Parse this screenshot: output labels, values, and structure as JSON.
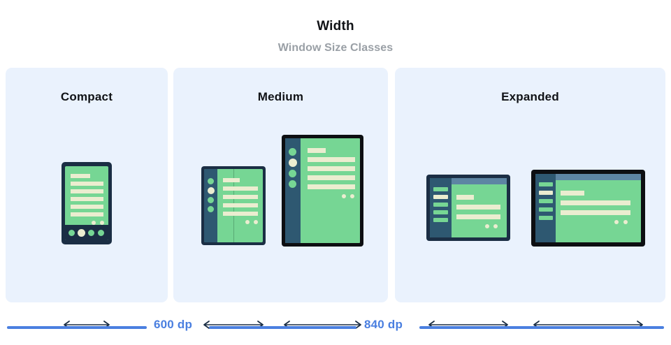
{
  "header": {
    "title": "Width",
    "subtitle": "Window Size Classes"
  },
  "cards": [
    {
      "id": "compact",
      "title": "Compact"
    },
    {
      "id": "medium",
      "title": "Medium"
    },
    {
      "id": "expanded",
      "title": "Expanded"
    }
  ],
  "devices": {
    "compact_phone": "phone-portrait",
    "medium_foldable": "foldable-portrait",
    "medium_tablet": "tablet-portrait",
    "expanded_foldable": "foldable-landscape",
    "expanded_tablet": "tablet-landscape"
  },
  "arrows": {
    "compact": "width-arrow-compact",
    "medium_foldable": "width-arrow-medium-foldable",
    "medium_tablet": "width-arrow-medium-tablet",
    "expanded_foldable": "width-arrow-expanded-foldable",
    "expanded_tablet": "width-arrow-expanded-tablet"
  },
  "measure": {
    "breakpoints": [
      {
        "label": "600 dp"
      },
      {
        "label": "840 dp"
      }
    ]
  },
  "colors": {
    "card_background": "#eaf2fd",
    "page_background": "#ffffff",
    "title_text": "#101216",
    "subtitle_text": "#9aa0a6",
    "measure_blue": "#4a7fe0",
    "device_navy": "#1b2e44",
    "device_black": "#0d0f12",
    "device_slate": "#2e5871",
    "device_topbar": "#5d85a3",
    "screen_green": "#76d694",
    "content_cream": "#ebedd0"
  }
}
